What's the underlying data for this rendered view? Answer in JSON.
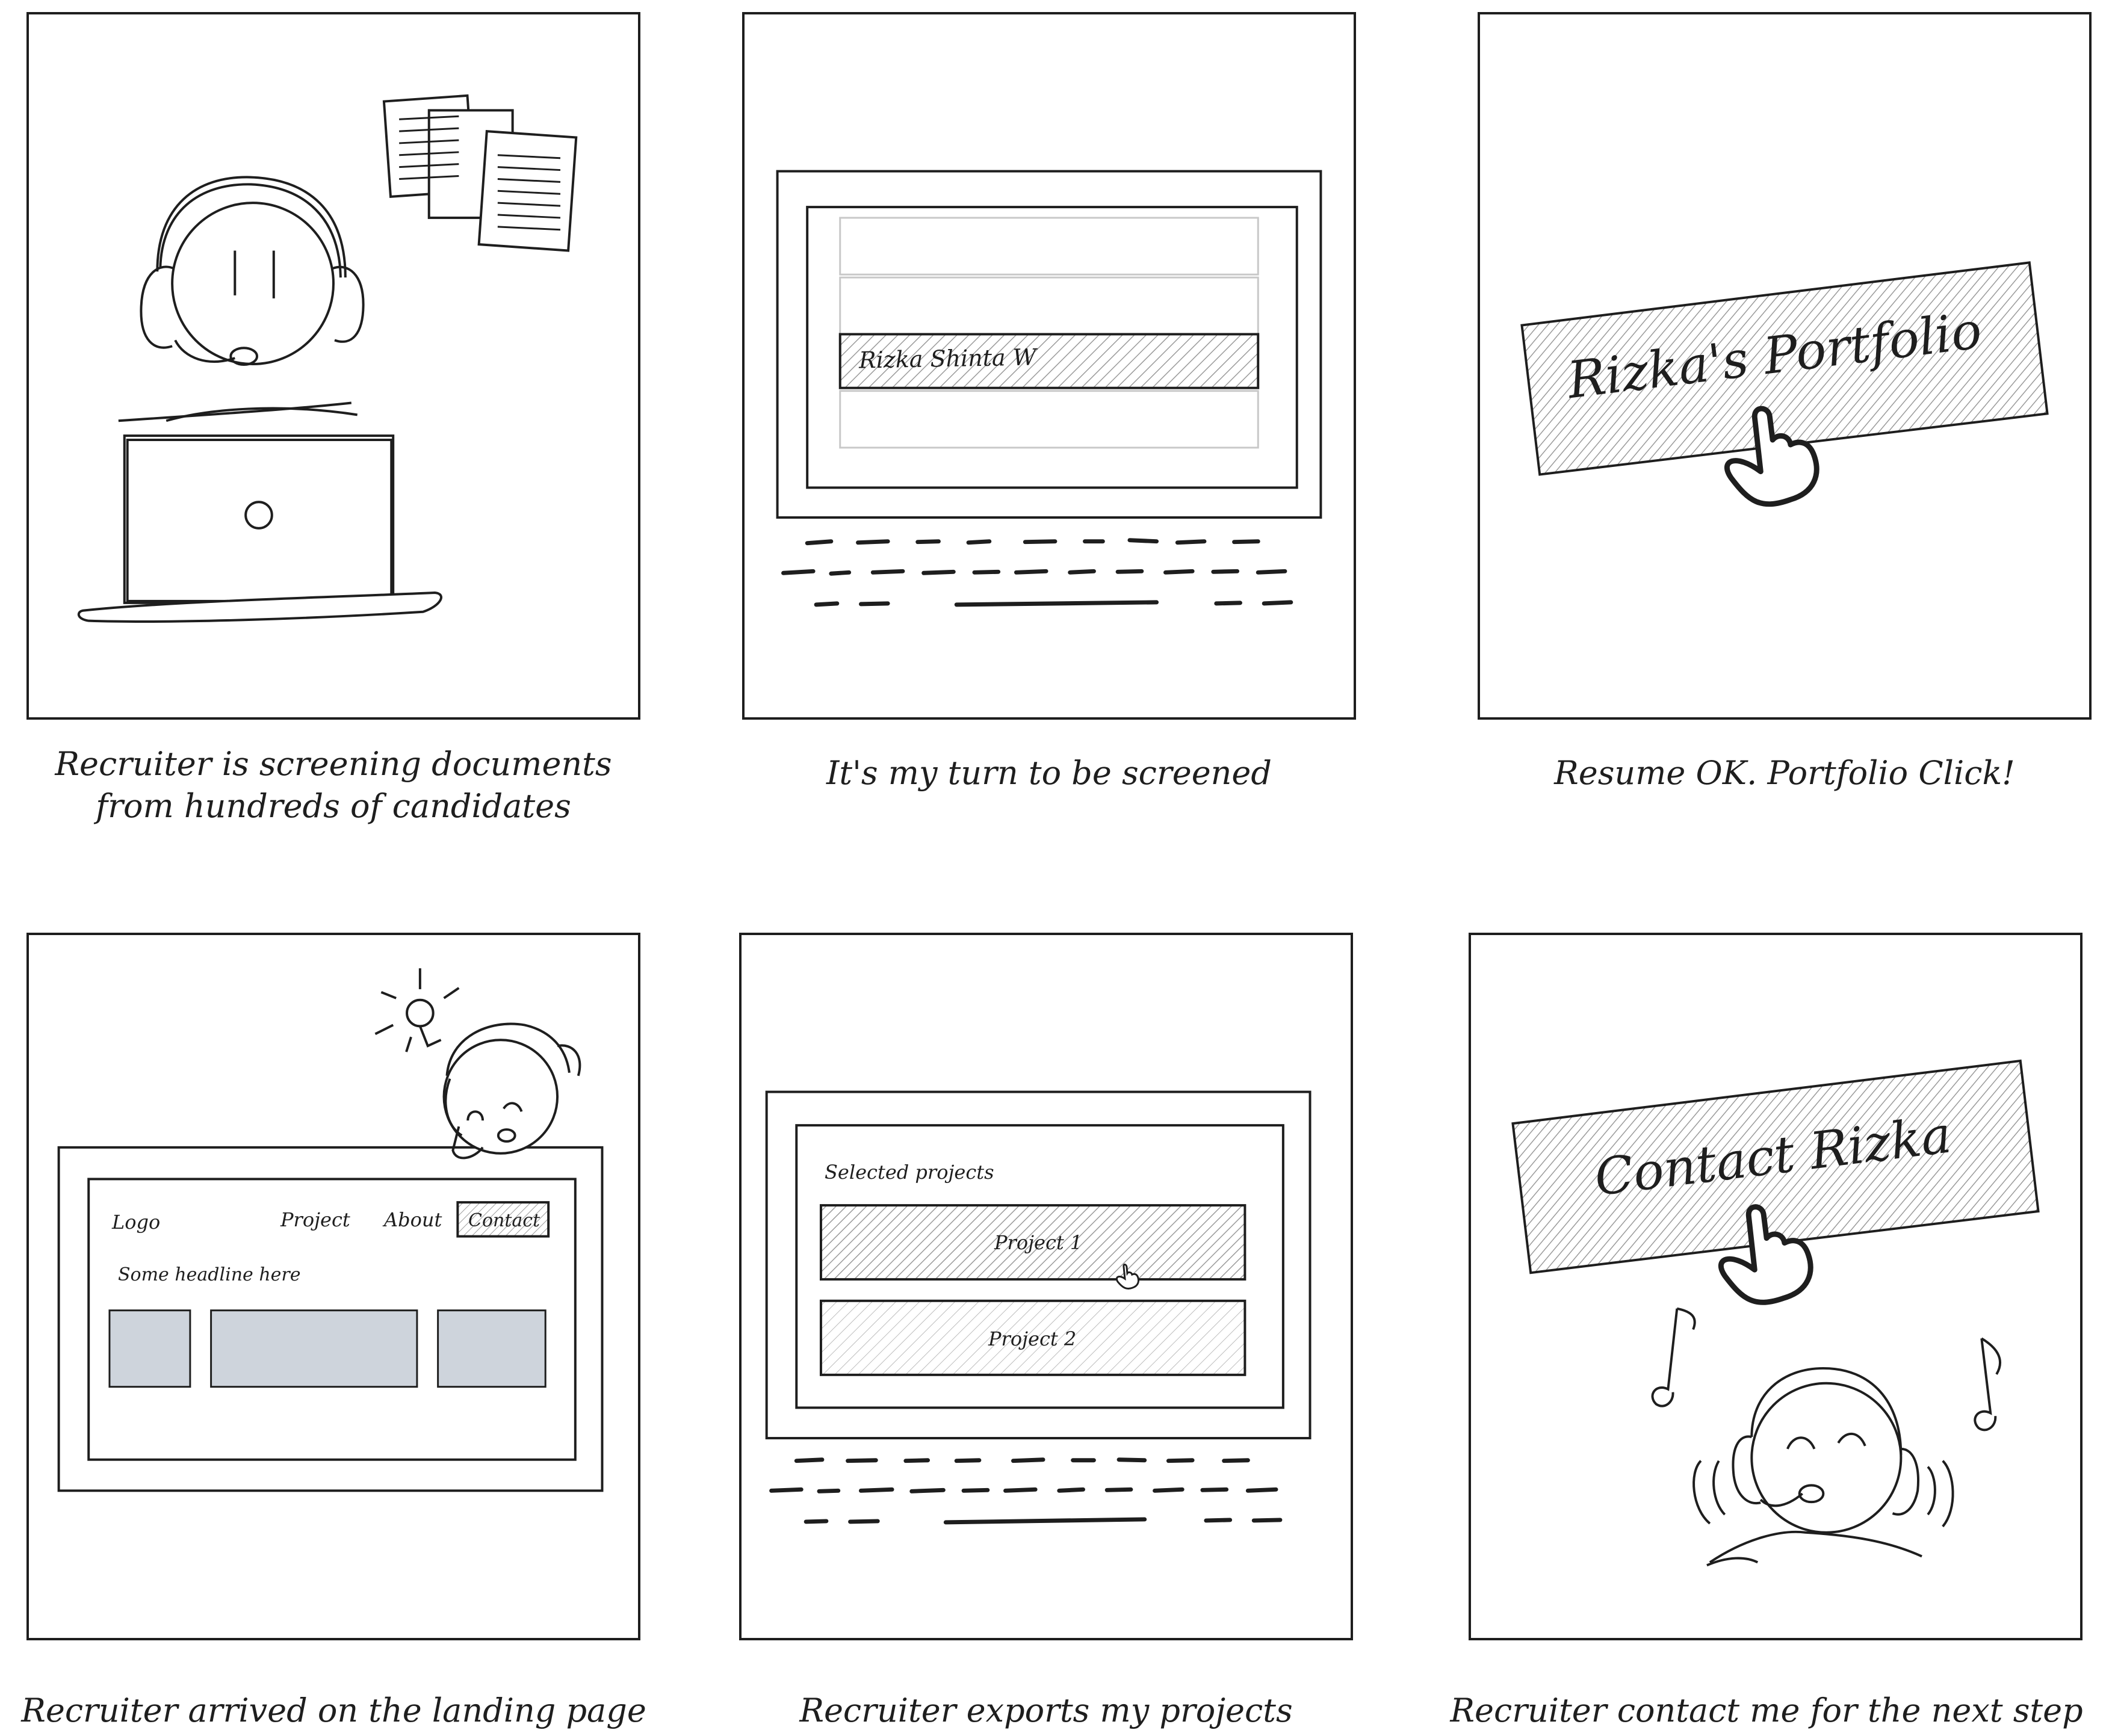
{
  "panels": [
    {
      "id": "screening",
      "caption_lines": [
        "Recruiter is screening documents",
        "from hundreds of candidates"
      ]
    },
    {
      "id": "my-turn",
      "caption_lines": [
        "It's my turn to be screened"
      ],
      "list_row_text": "Rizka Shinta W"
    },
    {
      "id": "portfolio",
      "caption_lines": [
        "Resume OK. Portfolio Click!"
      ],
      "button_text": "Rizka's Portfolio"
    },
    {
      "id": "landing",
      "caption_lines": [
        "Recruiter arrived on the landing page"
      ],
      "nav": {
        "logo": "Logo",
        "items": [
          "Project",
          "About",
          "Contact"
        ]
      },
      "headline": "Some headline here"
    },
    {
      "id": "projects",
      "caption_lines": [
        "Recruiter exports my projects"
      ],
      "section_title": "Selected projects",
      "projects": [
        "Project 1",
        "Project 2"
      ]
    },
    {
      "id": "contact",
      "caption_lines": [
        "Recruiter contact me for the next step"
      ],
      "button_text": "Contact Rizka"
    }
  ],
  "colors": {
    "stroke": "#1e1e1e",
    "hatch": "#9a9a9a",
    "placeholder": "#ced4dc"
  }
}
